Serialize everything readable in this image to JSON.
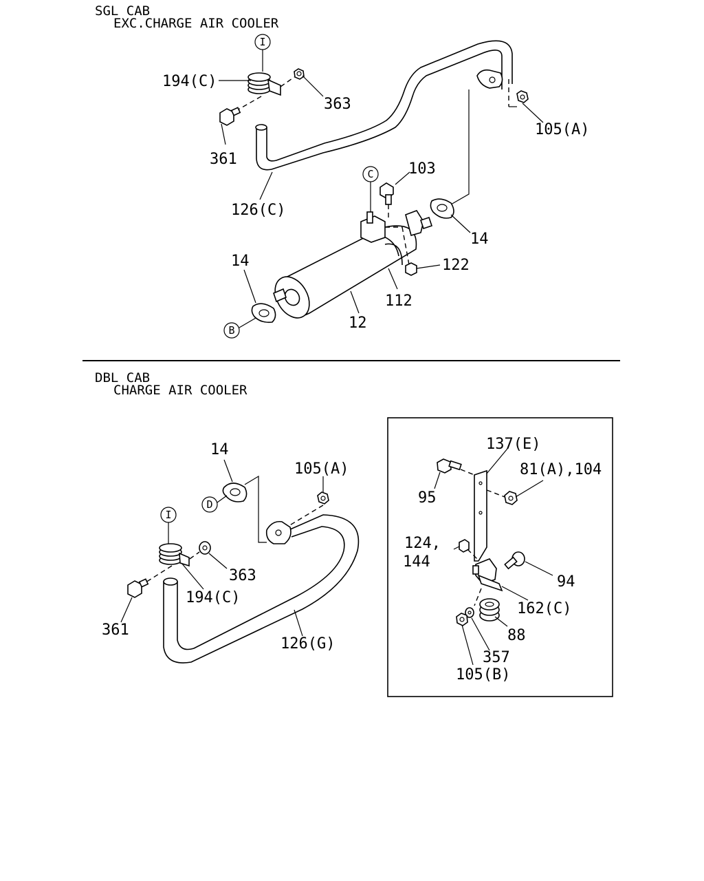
{
  "sections": {
    "top": {
      "title": "SGL CAB",
      "subtitle": "EXC.CHARGE AIR COOLER",
      "labels": {
        "p194c": "194(C)",
        "p363": "363",
        "p361": "361",
        "p126c": "126(C)",
        "p105a": "105(A)",
        "p103": "103",
        "p14a": "14",
        "p122": "122",
        "p14b": "14",
        "p112": "112",
        "p12": "12"
      },
      "callouts": {
        "i": "I",
        "c": "C",
        "b": "B"
      }
    },
    "bottom": {
      "title": "DBL CAB",
      "subtitle": "CHARGE AIR COOLER",
      "labels": {
        "p14": "14",
        "p105a": "105(A)",
        "p363": "363",
        "p194c": "194(C)",
        "p361": "361",
        "p126g": "126(G)"
      },
      "callouts": {
        "d": "D",
        "i": "I"
      }
    },
    "inset": {
      "labels": {
        "p137e": "137(E)",
        "p95": "95",
        "p81": "81(A),104",
        "p124": "124,",
        "p144": "144",
        "p94": "94",
        "p162c": "162(C)",
        "p88": "88",
        "p357": "357",
        "p105b": "105(B)"
      }
    }
  }
}
